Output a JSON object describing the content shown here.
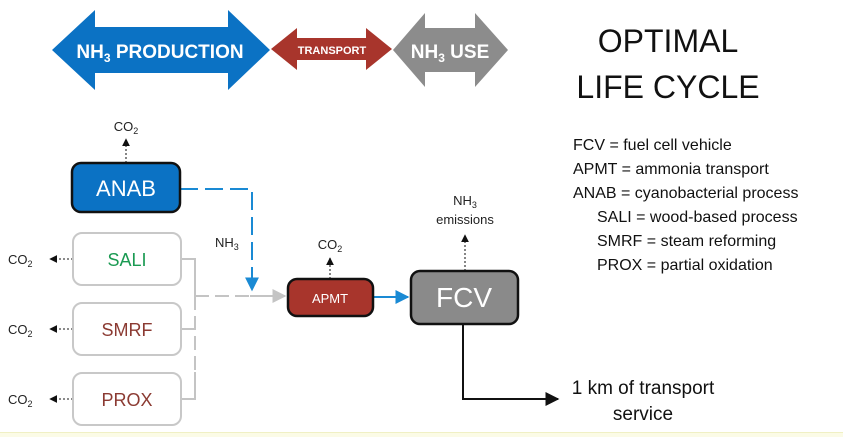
{
  "title": {
    "line1": "OPTIMAL",
    "line2": "LIFE CYCLE"
  },
  "stages": {
    "production": {
      "label_pre": "NH",
      "label_sub": "3",
      "label_post": " PRODUCTION",
      "color": "#0b72c4"
    },
    "transport": {
      "label": "TRANSPORT",
      "color": "#a8352c"
    },
    "use": {
      "label_pre": "NH",
      "label_sub": "3",
      "label_post": " USE",
      "color": "#8c8c8c"
    }
  },
  "nodes": {
    "anab": {
      "label": "ANAB",
      "fill": "#0b72c4",
      "text_color": "#ffffff",
      "emission": "CO",
      "emission_sub": "2"
    },
    "sali": {
      "label": "SALI",
      "text_color": "#1a9a52",
      "emission": "CO",
      "emission_sub": "2"
    },
    "smrf": {
      "label": "SMRF",
      "text_color": "#8b3a32",
      "emission": "CO",
      "emission_sub": "2"
    },
    "prox": {
      "label": "PROX",
      "text_color": "#8b3a32",
      "emission": "CO",
      "emission_sub": "2"
    },
    "apmt": {
      "label": "APMT",
      "fill": "#a8352c",
      "text_color": "#ffffff",
      "emission": "CO",
      "emission_sub": "2"
    },
    "fcv": {
      "label": "FCV",
      "fill": "#8a8a8a",
      "text_color": "#ffffff",
      "emission_line1_pre": "NH",
      "emission_line1_sub": "3",
      "emission_line2": "emissions"
    }
  },
  "flow_labels": {
    "nh3_pre": "NH",
    "nh3_sub": "3",
    "output_line1": "1 km of transport",
    "output_line2": "service"
  },
  "legend": [
    {
      "text": "FCV = fuel cell vehicle",
      "indent": false
    },
    {
      "text": "APMT = ammonia transport",
      "indent": false
    },
    {
      "text": "ANAB = cyanobacterial process",
      "indent": false
    },
    {
      "text": "SALI = wood-based process",
      "indent": true
    },
    {
      "text": "SMRF = steam reforming",
      "indent": true
    },
    {
      "text": "PROX = partial oxidation",
      "indent": true
    }
  ],
  "colors": {
    "optimal_path": "#1a8ad4",
    "inactive_path": "#c4c4c4",
    "box_border_dark": "#111111",
    "box_border_light": "#c8c8c8"
  }
}
